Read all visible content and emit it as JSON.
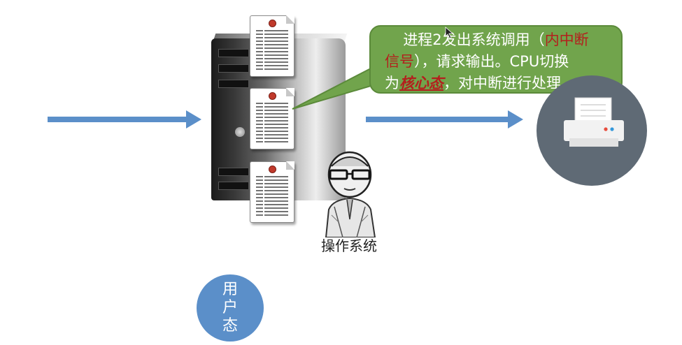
{
  "bubble": {
    "line1_prefix": "进程2发出系统调用（",
    "line1_red": "内中断",
    "line2_red": "信号",
    "line2_suffix": "），请求输出。CPU切换",
    "line3_prefix": "为",
    "line3_emph": "核心态",
    "line3_suffix": "，对中断进行处理"
  },
  "person": {
    "label": "操作系统"
  },
  "mode": {
    "chars": [
      "用",
      "户",
      "态"
    ]
  },
  "colors": {
    "arrow": "#5b8fc9",
    "bubble_fill": "#71a44c",
    "highlight_red": "#b3201d",
    "printer_bg": "#5f6a75",
    "mode_circle": "#5b8fc9"
  }
}
